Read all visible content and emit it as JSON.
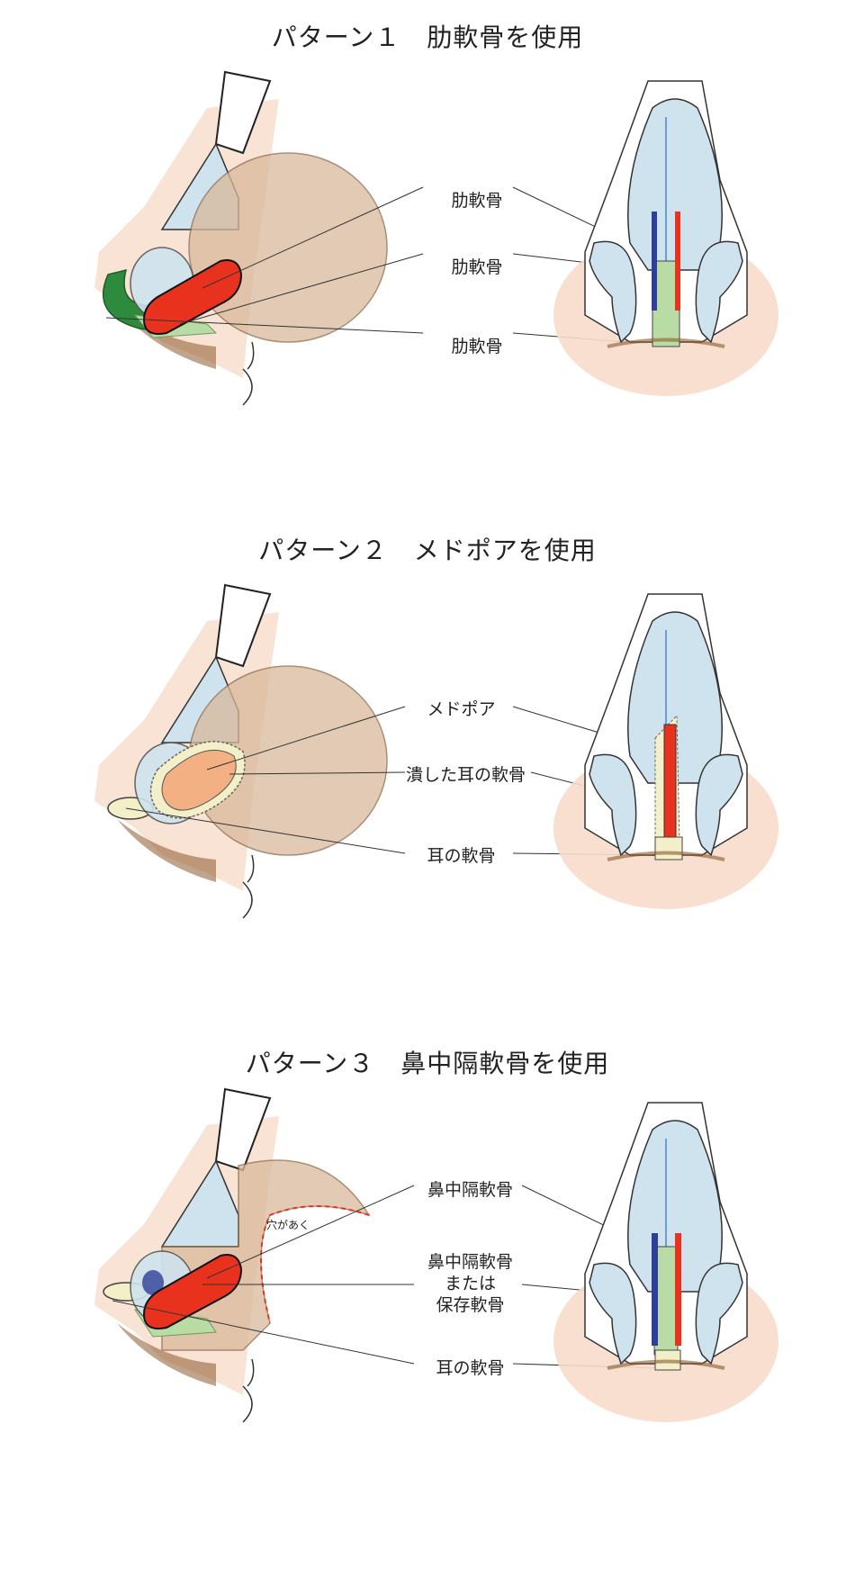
{
  "panels": [
    {
      "title": "パターン１　肋軟骨を使用",
      "labels": [
        "肋軟骨",
        "肋軟骨",
        "肋軟骨"
      ]
    },
    {
      "title": "パターン２　メドポアを使用",
      "labels": [
        "メドポア",
        "潰した耳の軟骨",
        "耳の軟骨"
      ]
    },
    {
      "title": "パターン３　鼻中隔軟骨を使用",
      "labels": [
        "鼻中隔軟骨",
        "鼻中隔軟骨\nまたは\n保存軟骨",
        "耳の軟骨"
      ],
      "annotation": "穴があく"
    }
  ],
  "colors": {
    "skin": "#f7dccb",
    "cartilage_tan": "#d9b99b",
    "blue_cartilage": "#cfe3ee",
    "implant_red": "#e8321e",
    "graft_green": "#b9dca4",
    "dark_green": "#2e8b3e",
    "navy": "#2e3f99",
    "medpor_orange": "#f2b083",
    "ear_cartilage": "#f3f0c9"
  }
}
